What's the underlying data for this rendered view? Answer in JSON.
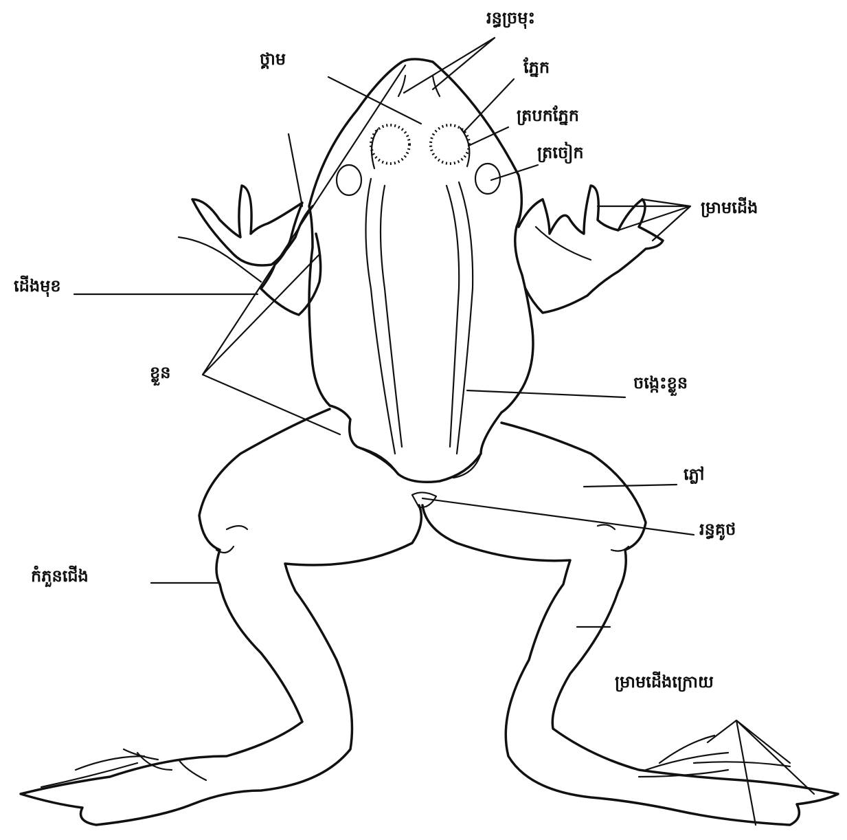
{
  "labels": {
    "nostrils": "រន្ធច្រមុះ",
    "snout": "ថ្គាម",
    "eye": "ភ្នែក",
    "eyelid": "ត្របកភ្នែក",
    "eardrum": "ត្រចៀក",
    "forefoot_toes": "ម្រាមដើង",
    "forelimb": "ដើងមុខ",
    "body": "ខ្លួន",
    "side": "ចង្កេះខ្លួន",
    "thigh": "ភ្លៅ",
    "cloaca": "រន្ធគូថ",
    "shank": "កំភួនជើង",
    "hind_toes": "ម្រាមដើងក្រោយ"
  }
}
